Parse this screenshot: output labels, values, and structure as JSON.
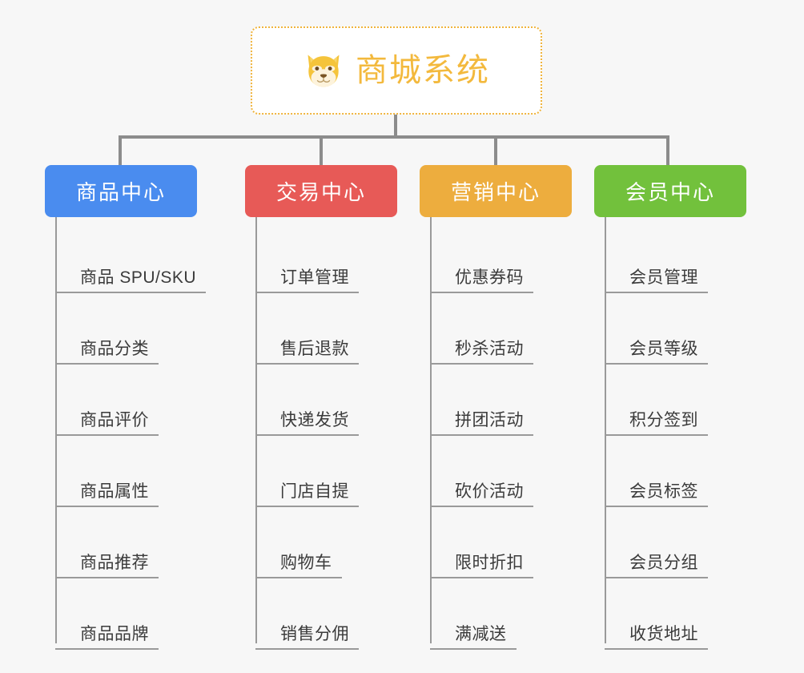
{
  "background_color": "#f7f7f7",
  "root": {
    "title": "商城系统",
    "icon": "shiba-dog-face-icon",
    "border_color": "#f0b43c",
    "text_color": "#f3b93d"
  },
  "connector_color": "#8c8c8c",
  "columns": [
    {
      "title": "商品中心",
      "color": "#4a8cef",
      "items": [
        "商品 SPU/SKU",
        "商品分类",
        "商品评价",
        "商品属性",
        "商品推荐",
        "商品品牌"
      ]
    },
    {
      "title": "交易中心",
      "color": "#e75a57",
      "items": [
        "订单管理",
        "售后退款",
        "快递发货",
        "门店自提",
        "购物车",
        "销售分佣"
      ]
    },
    {
      "title": "营销中心",
      "color": "#edad3e",
      "items": [
        "优惠券码",
        "秒杀活动",
        "拼团活动",
        "砍价活动",
        "限时折扣",
        "满减送"
      ]
    },
    {
      "title": "会员中心",
      "color": "#72c13c",
      "items": [
        "会员管理",
        "会员等级",
        "积分签到",
        "会员标签",
        "会员分组",
        "收货地址"
      ]
    }
  ]
}
